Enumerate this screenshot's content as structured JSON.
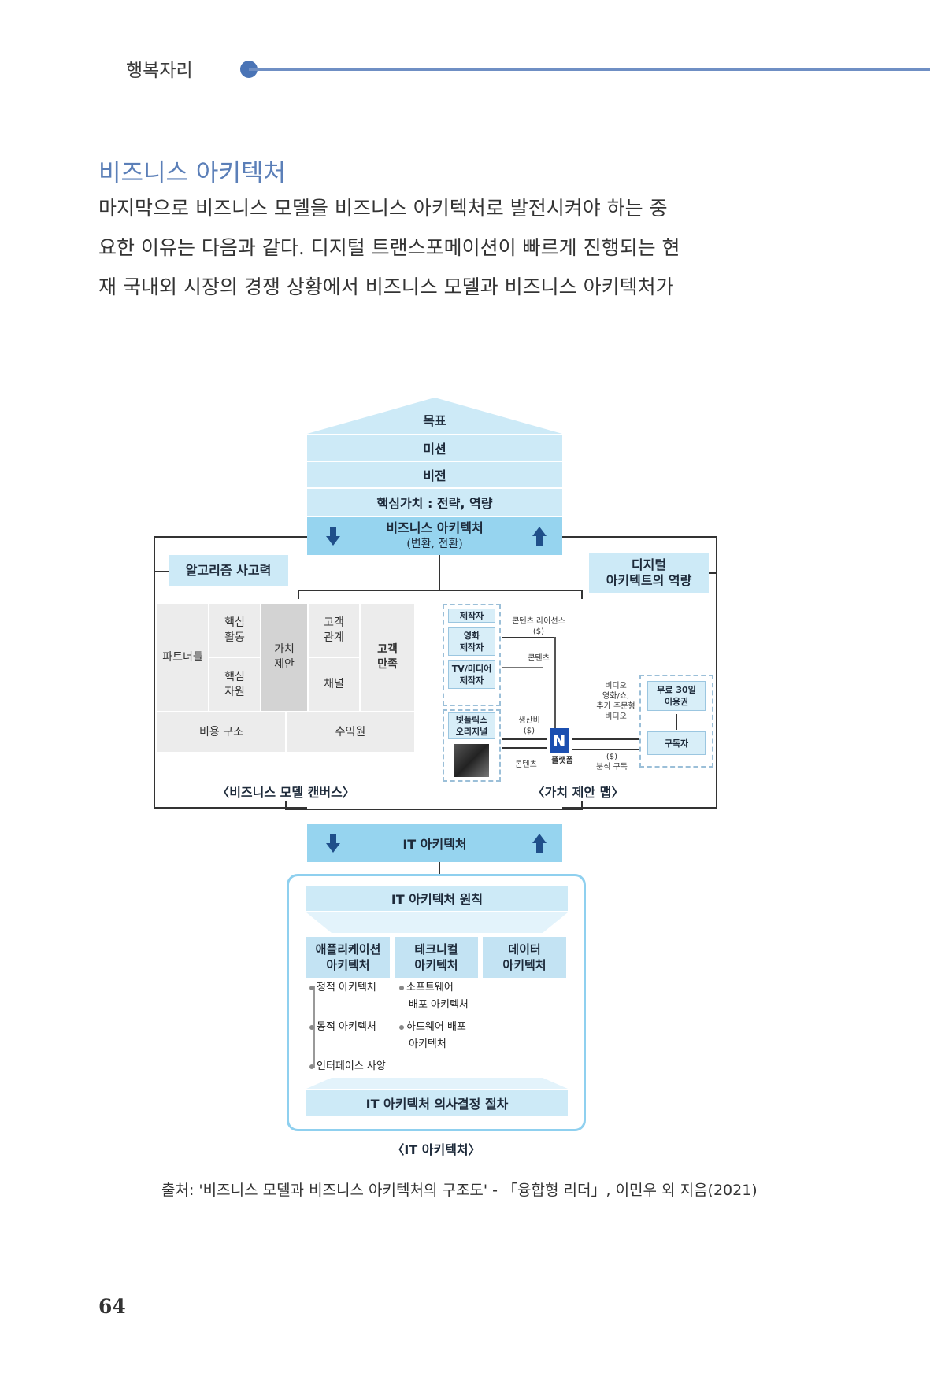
{
  "header": {
    "running_title": "행복자리"
  },
  "section": {
    "title": "비즈니스 아키텍처",
    "paragraph_lines": [
      "  마지막으로 비즈니스 모델을 비즈니스 아키텍처로 발전시켜야 하는 중",
      "요한 이유는 다음과 같다. 디지털 트랜스포메이션이 빠르게 진행되는 현",
      "재 국내외 시장의 경쟁 상황에서 비즈니스 모델과 비즈니스 아키텍처가"
    ]
  },
  "figure": {
    "pyramid": [
      "목표",
      "미션",
      "비전",
      "핵심가치 : 전략, 역량"
    ],
    "biz_arch_title": "비즈니스 아키텍처",
    "biz_arch_sub": "(변환, 전환)",
    "left_label": "알고리즘 사고력",
    "right_label_line1": "디지털",
    "right_label_line2": "아키텍트의 역량",
    "canvas": {
      "partners": "파트너들",
      "key_activities_1": "핵심",
      "key_activities_2": "활동",
      "key_resources_1": "핵심",
      "key_resources_2": "자원",
      "value_prop_1": "가치",
      "value_prop_2": "제안",
      "customer_rel_1": "고객",
      "customer_rel_2": "관계",
      "channels": "채널",
      "customer_seg_1": "고객",
      "customer_seg_2": "만족",
      "cost": "비용 구조",
      "revenue": "수익원",
      "caption": "〈비즈니스 모델 캔버스〉"
    },
    "vpm": {
      "producer": "제작자",
      "movie_maker_1": "영화",
      "movie_maker_2": "제작자",
      "tv_maker_1": "TV/미디어",
      "tv_maker_2": "제작자",
      "netflix_1": "넷플릭스",
      "netflix_2": "오리지널",
      "license_1": "콘텐츠 라이선스",
      "license_2": "($)",
      "content_a": "콘텐츠",
      "production_1": "생산비",
      "production_2": "($)",
      "content_b": "콘텐츠",
      "platform": "플랫폼",
      "video_1": "비디오",
      "video_2": "영화/쇼,",
      "video_3": "추가 주문형",
      "video_4": "비디오",
      "trial_1": "무료 30일",
      "trial_2": "이용권",
      "subscriber": "구독자",
      "sub_fee": "($)",
      "sub_label": "분식 구독",
      "caption": "〈가치 제안 맵〉"
    },
    "it_arch_title": "IT 아키텍처",
    "it_principle": "IT 아키텍처 원칙",
    "it_columns": [
      {
        "l1": "애플리케이션",
        "l2": "아키텍처"
      },
      {
        "l1": "테크니컬",
        "l2": "아키텍처"
      },
      {
        "l1": "데이터",
        "l2": "아키텍처"
      }
    ],
    "it_items": {
      "static": "정적 아키텍처",
      "software_1": "소프트웨어",
      "software_2": "배포 아키텍처",
      "dynamic": "동적 아키텍처",
      "hardware_1": "하드웨어  배포",
      "hardware_2": "아키텍처",
      "interface": "인터페이스 사양"
    },
    "it_decision": "IT 아키텍처 의사결정 절차",
    "it_caption": "〈IT 아키텍처〉"
  },
  "source": "출처: '비즈니스 모델과 비즈니스 아키텍처의 구조도' - 「융합형 리더」, 이민우 외 지음(2021)",
  "page_number": "64",
  "colors": {
    "accent": "#5b7fb8",
    "light_blue": "#cdeaf7",
    "mid_blue": "#96d4ef"
  }
}
